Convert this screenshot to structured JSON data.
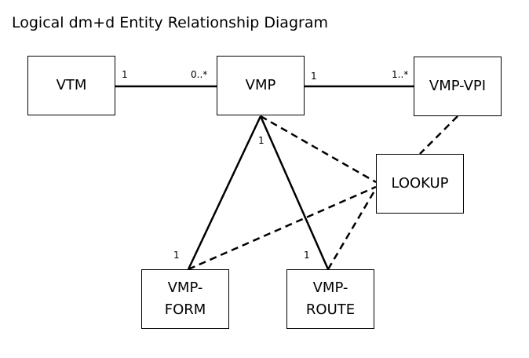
{
  "title": "Logical dm+d Entity Relationship Diagram",
  "entities": {
    "vtm": "VTM",
    "vmp": "VMP",
    "vmp_vpi": "VMP-VPI",
    "lookup": "LOOKUP",
    "vmp_form": "VMP-\nFORM",
    "vmp_route": "VMP-\nROUTE"
  },
  "multiplicities": {
    "vtm_side": "1",
    "vmp_side_from_vtm": "0..*",
    "vmp_side_to_vpi": "1",
    "vpi_side": "1..*",
    "vmp_side_down": "1",
    "form_side": "1",
    "route_side": "1"
  },
  "relationships": [
    {
      "from": "VTM",
      "to": "VMP",
      "style": "solid"
    },
    {
      "from": "VMP",
      "to": "VMP-VPI",
      "style": "solid"
    },
    {
      "from": "VMP",
      "to": "VMP-FORM",
      "style": "solid"
    },
    {
      "from": "VMP",
      "to": "VMP-ROUTE",
      "style": "solid"
    },
    {
      "from": "VMP",
      "to": "LOOKUP",
      "style": "dashed"
    },
    {
      "from": "VMP-VPI",
      "to": "LOOKUP",
      "style": "dashed"
    },
    {
      "from": "VMP-FORM",
      "to": "LOOKUP",
      "style": "dashed"
    },
    {
      "from": "VMP-ROUTE",
      "to": "LOOKUP",
      "style": "dashed"
    }
  ]
}
